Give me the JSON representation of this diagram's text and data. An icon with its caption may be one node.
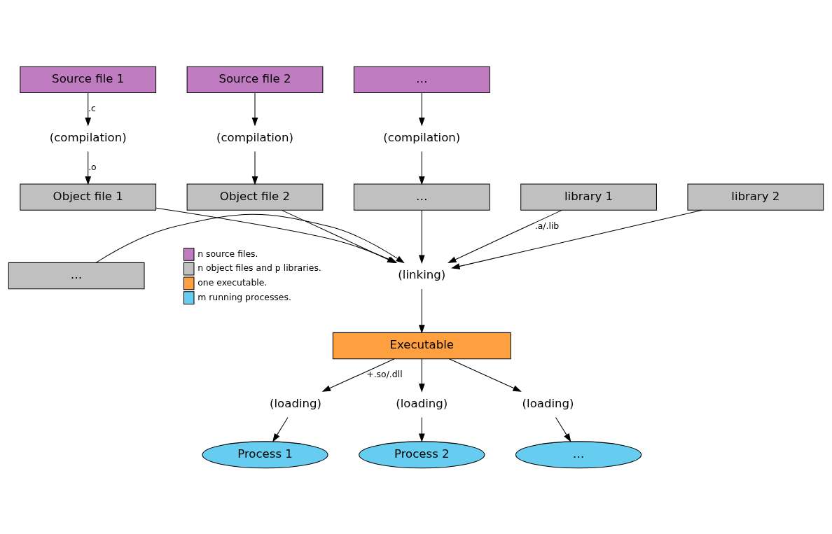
{
  "diagram": {
    "nodes": [
      {
        "text": [
          "Source file 1"
        ]
      },
      {
        "text": [
          "Source file 2"
        ]
      },
      {
        "text": [
          "…"
        ]
      },
      {
        "text": [
          "(compilation)"
        ]
      },
      {
        "text": [
          "(compilation)"
        ]
      },
      {
        "text": [
          "(compilation)"
        ]
      },
      {
        "text": [
          "Object file 1"
        ]
      },
      {
        "text": [
          "Object file 2"
        ]
      },
      {
        "text": [
          "…"
        ]
      },
      {
        "text": [
          "library 1"
        ]
      },
      {
        "text": [
          "library 2"
        ]
      },
      {
        "text": [
          "(linking)"
        ]
      },
      {
        "text": [
          "…"
        ]
      },
      {
        "text": [
          "Executable"
        ]
      },
      {
        "text": [
          "(loading)"
        ]
      },
      {
        "text": [
          "(loading)"
        ]
      },
      {
        "text": [
          "(loading)"
        ]
      },
      {
        "text": [
          "Process 1"
        ]
      },
      {
        "text": [
          "Process 2"
        ]
      },
      {
        "text": [
          "…"
        ]
      }
    ],
    "edges": [
      {
        "from": 0,
        "to": 3,
        "arrow": "to",
        "label": ".c"
      },
      {
        "from": 3,
        "to": 6,
        "arrow": "to",
        "label": ".o"
      },
      {
        "from": 1,
        "to": 4,
        "arrow": "to"
      },
      {
        "from": 4,
        "to": 7,
        "arrow": "to"
      },
      {
        "from": 2,
        "to": 5,
        "arrow": "to"
      },
      {
        "from": 5,
        "to": 8,
        "arrow": "to"
      },
      {
        "from": 6,
        "to": 11,
        "arrow": "to"
      },
      {
        "from": 7,
        "to": 11,
        "arrow": "to"
      },
      {
        "from": 8,
        "to": 11,
        "arrow": "to"
      },
      {
        "from": 9,
        "to": 11,
        "arrow": "to",
        "label": ".a/.lib"
      },
      {
        "from": 10,
        "to": 11,
        "arrow": "to"
      },
      {
        "from": 12,
        "to": 11,
        "arrow": "to"
      },
      {
        "from": 11,
        "to": 13,
        "arrow": "to"
      },
      {
        "from": 13,
        "to": 14,
        "arrow": "to",
        "label": "+.so/.dll"
      },
      {
        "from": 13,
        "to": 15,
        "arrow": "to"
      },
      {
        "from": 13,
        "to": 16,
        "arrow": "to"
      },
      {
        "from": 14,
        "to": 17,
        "arrow": "to"
      },
      {
        "from": 15,
        "to": 18,
        "arrow": "to"
      },
      {
        "from": 16,
        "to": 19,
        "arrow": "to"
      }
    ],
    "legend": [
      {
        "text": "n source files.",
        "color": "#c07cc0"
      },
      {
        "text": "n object files and p libraries.",
        "color": "#c0c0c0"
      },
      {
        "text": "one executable.",
        "color": "#ffa040"
      },
      {
        "text": "m running processes.",
        "color": "#66ccf0"
      }
    ]
  }
}
